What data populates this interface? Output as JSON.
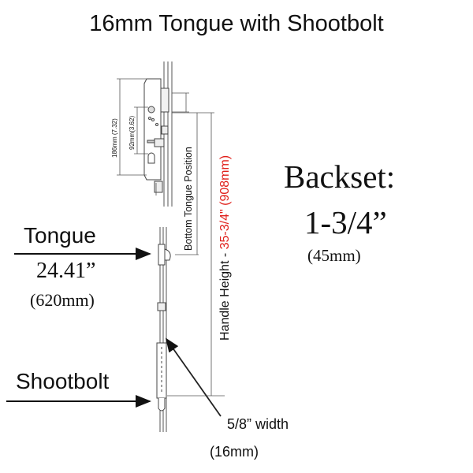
{
  "title": "16mm  Tongue with Shootbolt",
  "lock_body": {
    "dim_overall": "186mm (7.32)",
    "dim_spindle_to_cylinder": "92mm(3.62)"
  },
  "dimensions": {
    "bottom_tongue_label": "Bottom Tongue Position",
    "handle_height_label": "Handle Height - ",
    "handle_height_value": "35-3/4\" (908mm)",
    "handle_height_color": "#e0201b"
  },
  "backset": {
    "label": "Backset:",
    "inches": "1-3/4”",
    "mm": "(45mm)"
  },
  "tongue": {
    "label": "Tongue",
    "inches": "24.41”",
    "mm": "(620mm)"
  },
  "shootbolt": {
    "label": "Shootbolt"
  },
  "width_note": {
    "inches": "5/8”  width",
    "mm": "(16mm)"
  }
}
